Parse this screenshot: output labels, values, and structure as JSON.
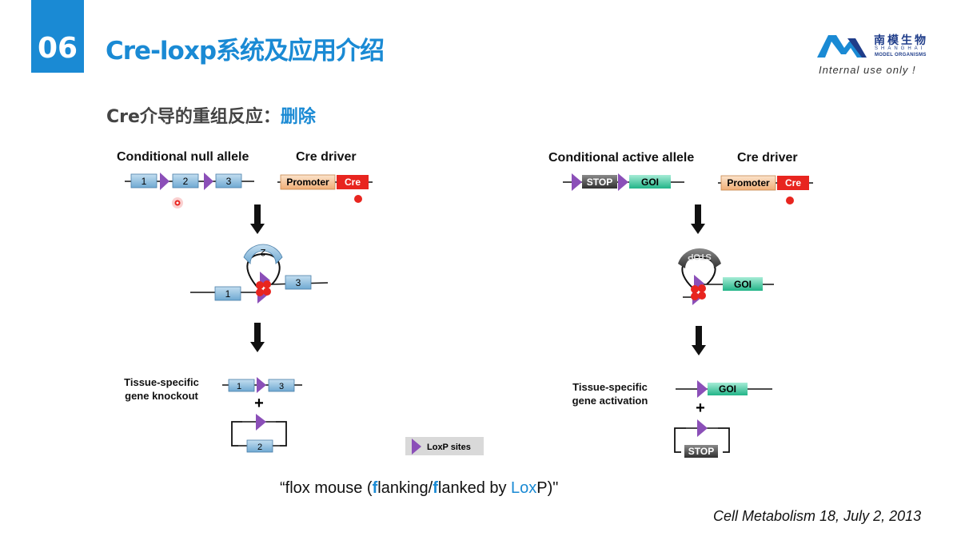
{
  "header": {
    "section_number": "06",
    "title": "Cre-loxp系统及应用介绍",
    "logo": {
      "cn": "南模生物",
      "en_line1": "SHANGHAI",
      "en_line2": "MODEL ORGANISMS"
    },
    "internal_note": "Internal use only !"
  },
  "subtitle": {
    "prefix": "Cre介导的重组反应：",
    "highlight": "删除"
  },
  "left_panel": {
    "allele_title": "Conditional null allele",
    "driver_title": "Cre driver",
    "promoter_label": "Promoter",
    "cre_label": "Cre",
    "exons": [
      "1",
      "2",
      "3"
    ],
    "result_label_line1": "Tissue-specific",
    "result_label_line2": "gene knockout",
    "plus": "+"
  },
  "right_panel": {
    "allele_title": "Conditional active allele",
    "driver_title": "Cre driver",
    "promoter_label": "Promoter",
    "cre_label": "Cre",
    "stop_label": "STOP",
    "goi_label": "GOI",
    "result_label_line1": "Tissue-specific",
    "result_label_line2": "gene activation",
    "plus": "+"
  },
  "legend": {
    "label": "LoxP sites"
  },
  "footer": {
    "flox_open": "“flox mouse (",
    "flox_f1": "f",
    "flox_mid1": "lanking/",
    "flox_f2": "f",
    "flox_mid2": "lanked by ",
    "flox_lox": "Lox",
    "flox_end": "P)\"",
    "citation": "Cell Metabolism 18, July 2, 2013"
  },
  "colors": {
    "brand_blue": "#1a8ad4",
    "exon_blue": "#8ec0e0",
    "loxp_purple": "#8b4fb8",
    "cre_red": "#e8251f",
    "promoter_orange": "#f6c9a0",
    "goi_green": "#3fc9a0",
    "stop_gray": "#505050"
  }
}
